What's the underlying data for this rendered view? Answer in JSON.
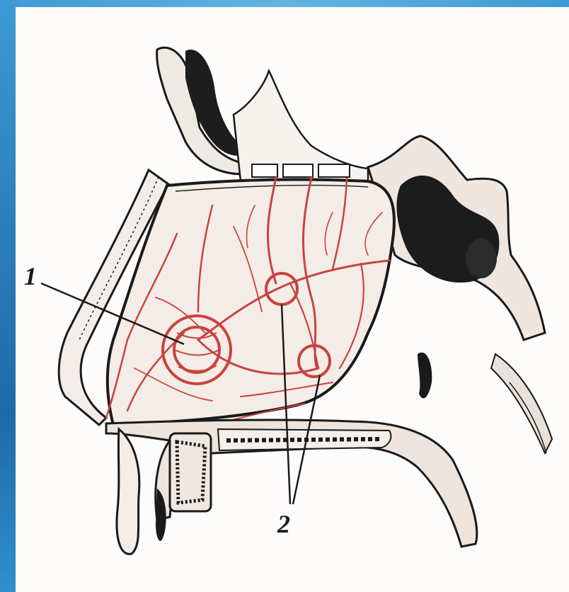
{
  "figure": {
    "labels": [
      {
        "id": "1",
        "text": "1"
      },
      {
        "id": "2",
        "text": "2"
      }
    ],
    "colors": {
      "frame": "#2f86c4",
      "paper": "#fdfcfa",
      "ink": "#1a1a1a",
      "vessels": "#c8433f",
      "mucosa": "#f1e7e0"
    }
  }
}
